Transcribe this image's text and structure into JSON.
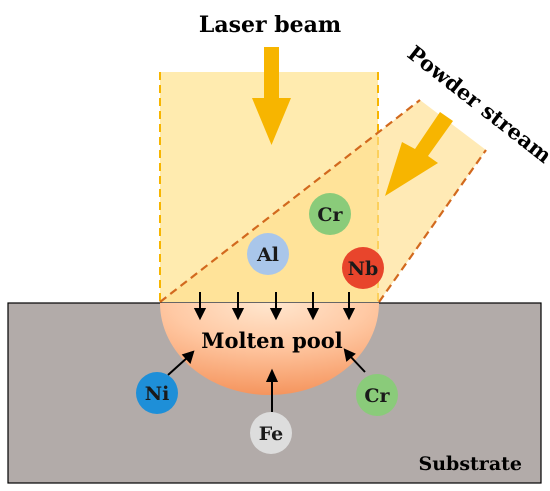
{
  "labels": {
    "laser_beam": "Laser beam",
    "powder_stream": "Powder stream",
    "molten_pool": "Molten pool",
    "substrate": "Substrate"
  },
  "elements": {
    "cr_powder": "Cr",
    "al_powder": "Al",
    "nb_powder": "Nb",
    "ni_substrate": "Ni",
    "fe_substrate": "Fe",
    "cr_substrate": "Cr"
  },
  "colors": {
    "laser_fill": "#FFE9A6",
    "beam_arrow": "#F7B500",
    "powder_outline": "#D2691E",
    "substrate": "#B2ABA9",
    "pool_edge": "#F5955E",
    "pool_center": "#FFE7CF",
    "cr": "#8ACB7A",
    "al": "#A9C6EA",
    "nb": "#E8452C",
    "ni": "#1E8FD8",
    "fe": "#DDDDDD"
  }
}
